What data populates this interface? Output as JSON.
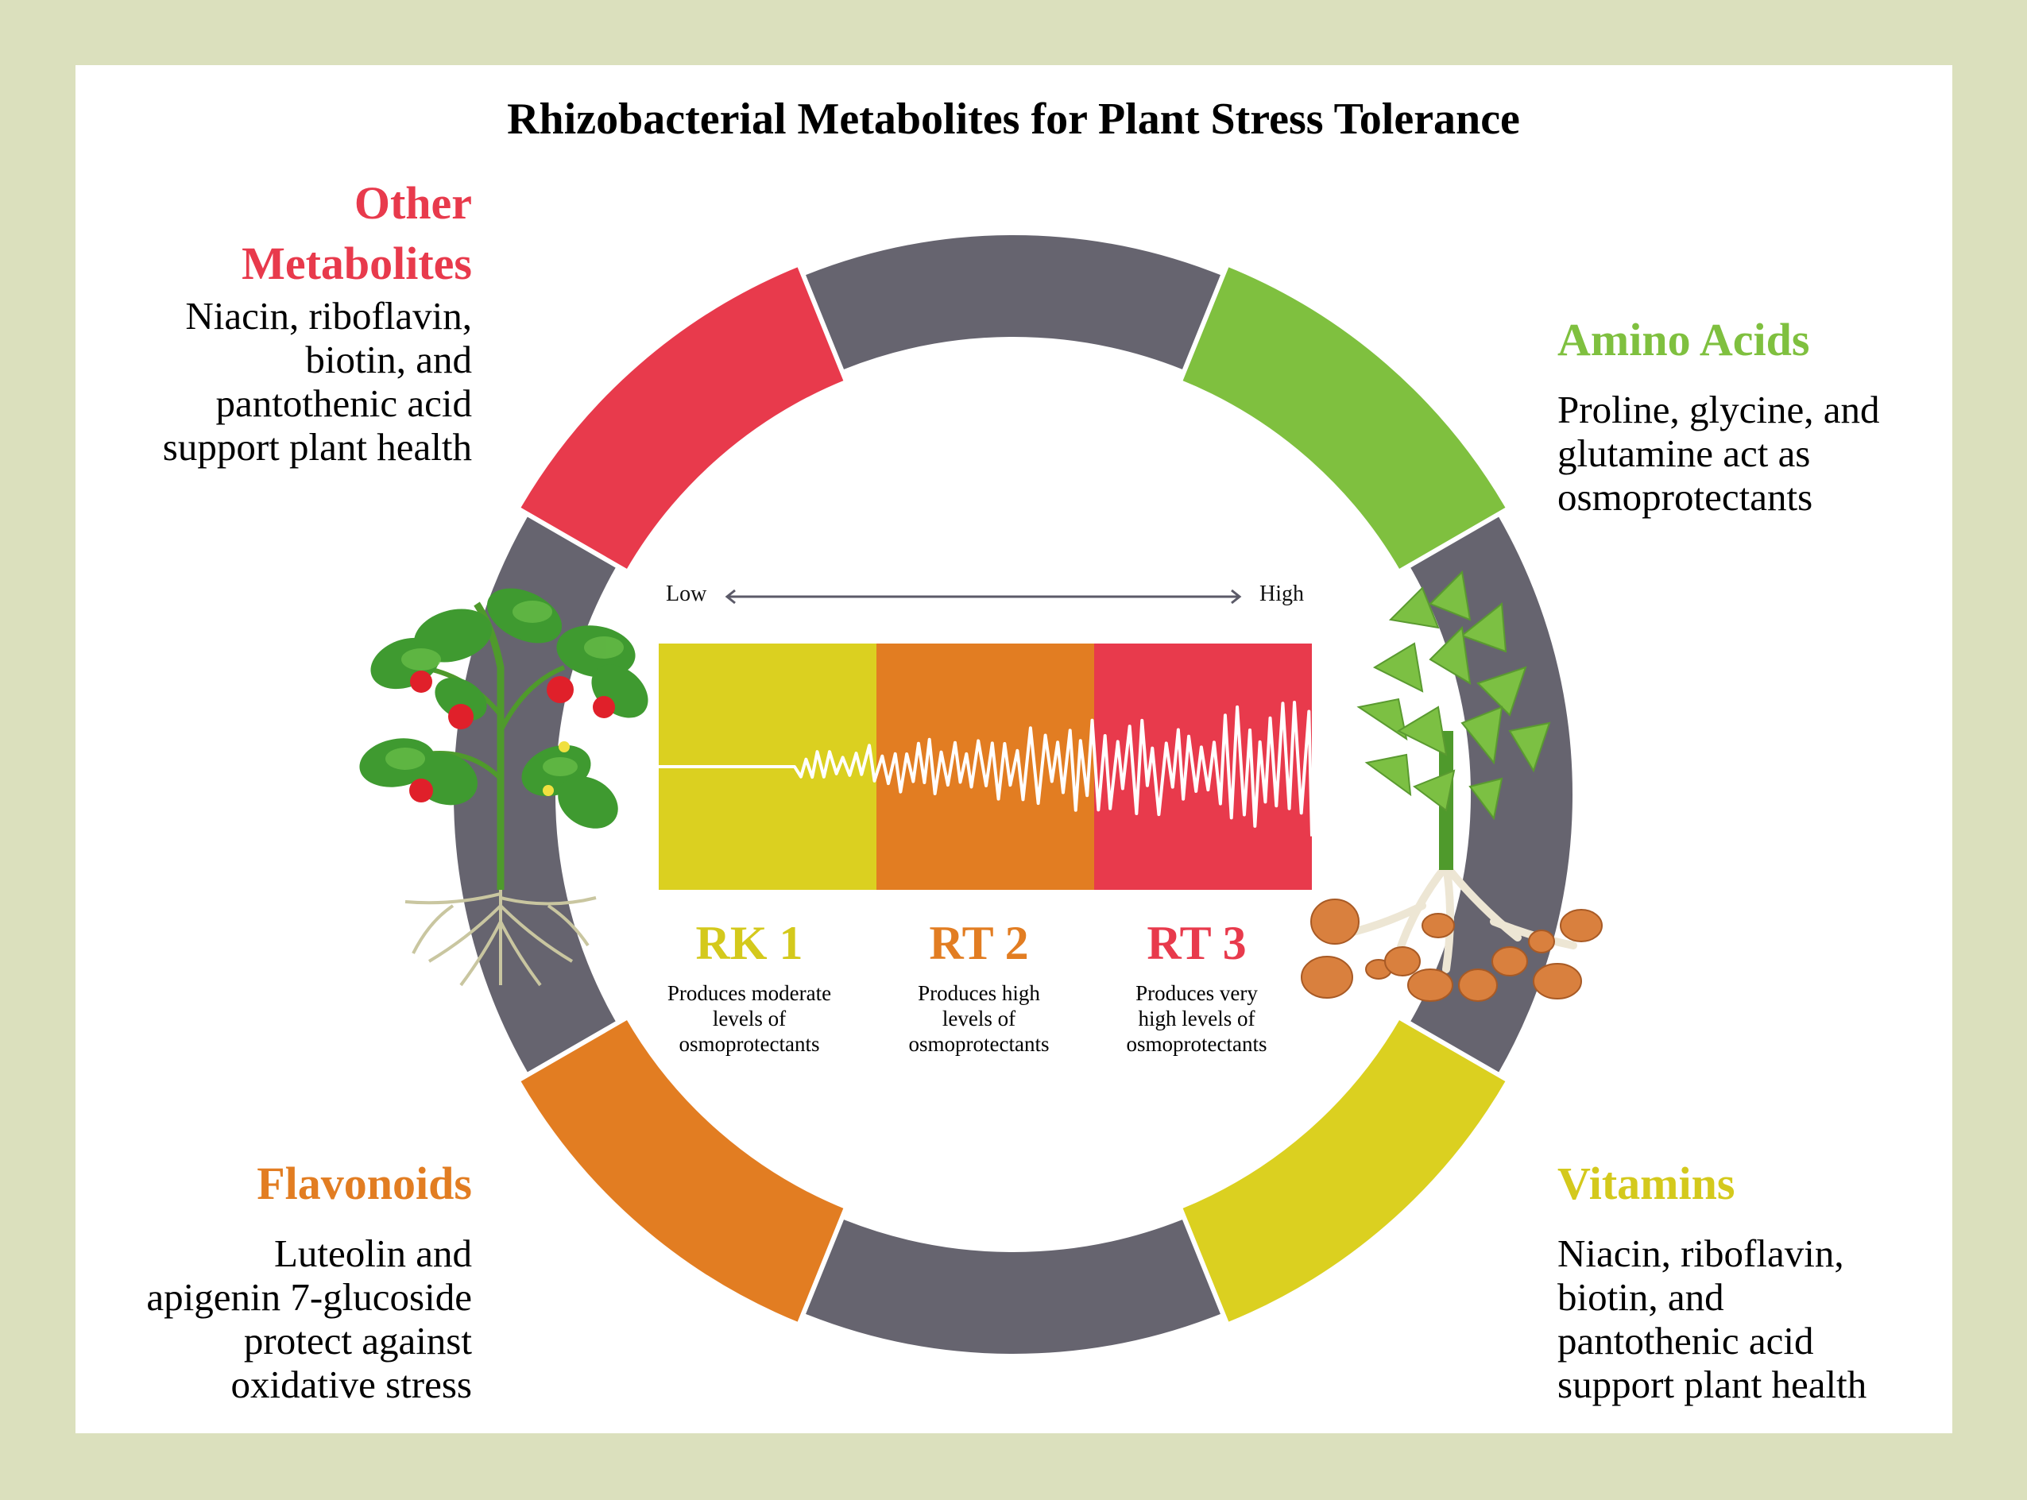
{
  "title": "Rhizobacterial Metabolites for Plant Stress Tolerance",
  "colors": {
    "background": "#dbe0bd",
    "ring_gray": "#66646f",
    "red": "#e83a4c",
    "green": "#7fc03f",
    "orange": "#e27d22",
    "yellow": "#dbd020",
    "wave": "#ffffff"
  },
  "categories": {
    "other_metabolites": {
      "heading_lines": [
        "Other",
        "Metabolites"
      ],
      "body_lines": [
        "Niacin, riboflavin,",
        "biotin, and",
        "pantothenic acid",
        "support plant health"
      ]
    },
    "amino_acids": {
      "heading": "Amino Acids",
      "body_lines": [
        "Proline, glycine, and",
        "glutamine act as",
        "osmoprotectants"
      ]
    },
    "flavonoids": {
      "heading": "Flavonoids",
      "body_lines": [
        "Luteolin and",
        "apigenin 7-glucoside",
        "protect against",
        "oxidative stress"
      ]
    },
    "vitamins": {
      "heading": "Vitamins",
      "body_lines": [
        "Niacin, riboflavin,",
        "biotin, and",
        "pantothenic acid",
        "support plant health"
      ]
    }
  },
  "scale": {
    "low_label": "Low",
    "high_label": "High"
  },
  "strains": [
    {
      "name": "RK 1",
      "desc_lines": [
        "Produces moderate",
        "levels of",
        "osmoprotectants"
      ]
    },
    {
      "name": "RT 2",
      "desc_lines": [
        "Produces high",
        "levels of",
        "osmoprotectants"
      ]
    },
    {
      "name": "RT 3",
      "desc_lines": [
        "Produces very",
        "high levels of",
        "osmoprotectants"
      ]
    }
  ],
  "illustrations": {
    "left_plant": "tomato-plant-illustration",
    "right_plant": "root-nodule-plant-illustration"
  }
}
